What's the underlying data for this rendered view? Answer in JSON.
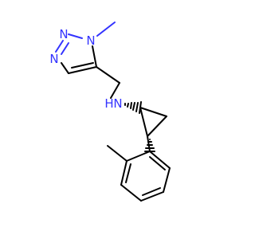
{
  "colors": {
    "background": "#ffffff",
    "bond": "#000000",
    "nitrogen": "#3333ff"
  },
  "atoms": {
    "n_methyl": "N",
    "n_middle": "N",
    "n_ring": "N",
    "n_amine": "N",
    "h_amine": "H"
  }
}
